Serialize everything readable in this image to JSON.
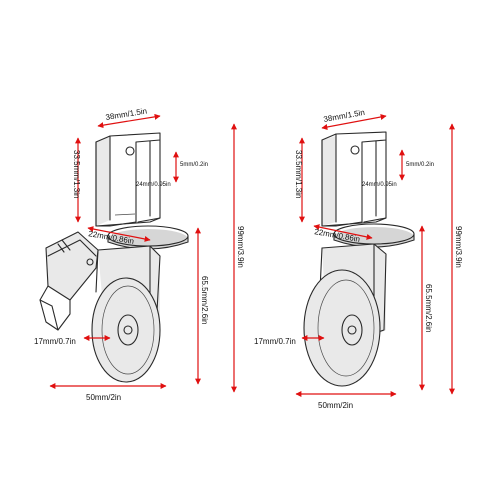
{
  "colors": {
    "dimension_arrow": "#e01010",
    "line_art": "#2a2a2a",
    "background": "#ffffff"
  },
  "figures": {
    "left": {
      "label_top_width": "38mm/1.5in",
      "label_bracket_height": "33.5mm/1.3in",
      "label_hole": "5mm/0.2in",
      "label_inner_width": "24mm/0.95in",
      "label_slot": "22mm/0.86in",
      "label_total_height": "99mm/3.9in",
      "label_wheel_height": "65.5mm/2.6in",
      "label_tread": "17mm/0.7in",
      "label_wheel_width": "50mm/2in"
    },
    "right": {
      "label_top_width": "38mm/1.5in",
      "label_bracket_height": "33.5mm/1.3in",
      "label_hole": "5mm/0.2in",
      "label_inner_width": "24mm/0.95in",
      "label_slot": "22mm/0.86in",
      "label_total_height": "99mm/3.9in",
      "label_wheel_height": "65.5mm/2.6in",
      "label_tread": "17mm/0.7in",
      "label_wheel_width": "50mm/2in"
    }
  }
}
